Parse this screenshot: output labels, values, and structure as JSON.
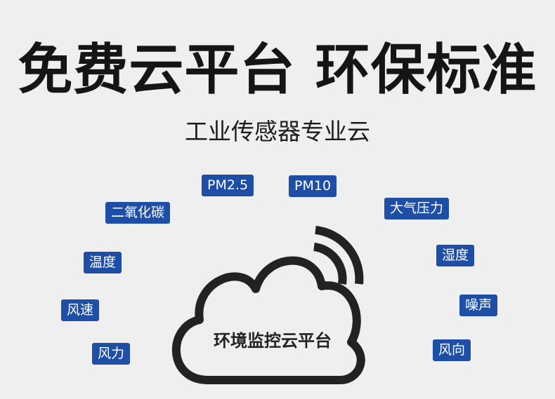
{
  "headline": "免费云平台 环保标准",
  "subtitle": "工业传感器专业云",
  "center_label": "环境监控云平台",
  "tags": {
    "pm25": "PM2.5",
    "pm10": "PM10",
    "co2": "二氧化碳",
    "pressure": "大气压力",
    "temperature": "温度",
    "humidity": "湿度",
    "wind_speed": "风速",
    "noise": "噪声",
    "wind_power": "风力",
    "wind_direction": "风向"
  },
  "colors": {
    "background": "#efefef",
    "tag": "#1f4ea6",
    "text": "#151515"
  },
  "icons": [
    "cloud-icon",
    "signal-waves-icon"
  ]
}
